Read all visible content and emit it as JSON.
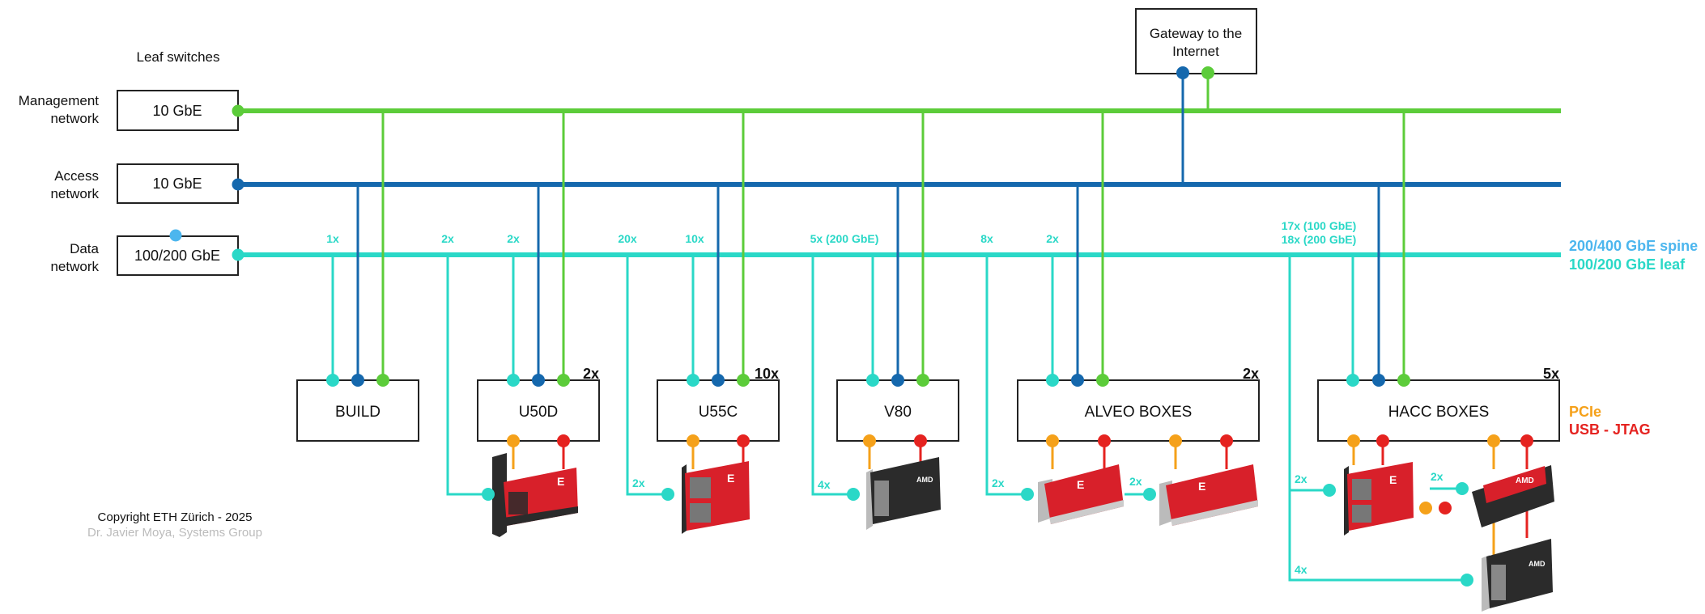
{
  "colors": {
    "management": "#5ccc3a",
    "access": "#1568ad",
    "data": "#2ad8c7",
    "spine": "#4cb6ee",
    "pcie": "#f5a11a",
    "usb": "#e52320",
    "card_red": "#d8202a",
    "card_black": "#2b2b2b",
    "text": "#111111",
    "muted": "#bbbbbb"
  },
  "header": {
    "leaf_switches": "Leaf switches"
  },
  "networks": {
    "management": {
      "line1": "Management",
      "line2": "network",
      "switch": "10 GbE"
    },
    "access": {
      "line1": "Access",
      "line2": "network",
      "switch": "10 GbE"
    },
    "data": {
      "line1": "Data",
      "line2": "network",
      "switch": "100/200 GbE"
    }
  },
  "gateway": {
    "line1": "Gateway to the",
    "line2": "Internet"
  },
  "legend": {
    "spine": "200/400 GbE spine",
    "leaf": "100/200 GbE leaf",
    "pcie": "PCIe",
    "usb": "USB - JTAG"
  },
  "groups": {
    "build": {
      "label": "BUILD",
      "data_count": "1x"
    },
    "u50d": {
      "label": "U50D",
      "mult": "2x",
      "data_count": "2x",
      "card_count": "2x",
      "card_link": ""
    },
    "u55c": {
      "label": "U55C",
      "mult": "10x",
      "data_count": "10x",
      "card_count": "20x",
      "card_link": "2x"
    },
    "v80": {
      "label": "V80",
      "data_count": "5x (200 GbE)",
      "card_count": "",
      "card_link": "4x"
    },
    "alveo": {
      "label": "ALVEO BOXES",
      "mult": "2x",
      "data_count": "2x",
      "card_count": "8x",
      "card_link": "2x",
      "card_link_2": "2x"
    },
    "hacc": {
      "label": "HACC BOXES",
      "mult": "5x",
      "data_count_1": "17x (100 GbE)",
      "data_count_2": "18x (200 GbE)",
      "card_link": "2x",
      "card_link_2": "2x",
      "card_link_3": "4x"
    }
  },
  "copyright": {
    "line1": "Copyright ETH Zürich - 2025",
    "line2": "Dr. Javier Moya, Systems Group"
  }
}
